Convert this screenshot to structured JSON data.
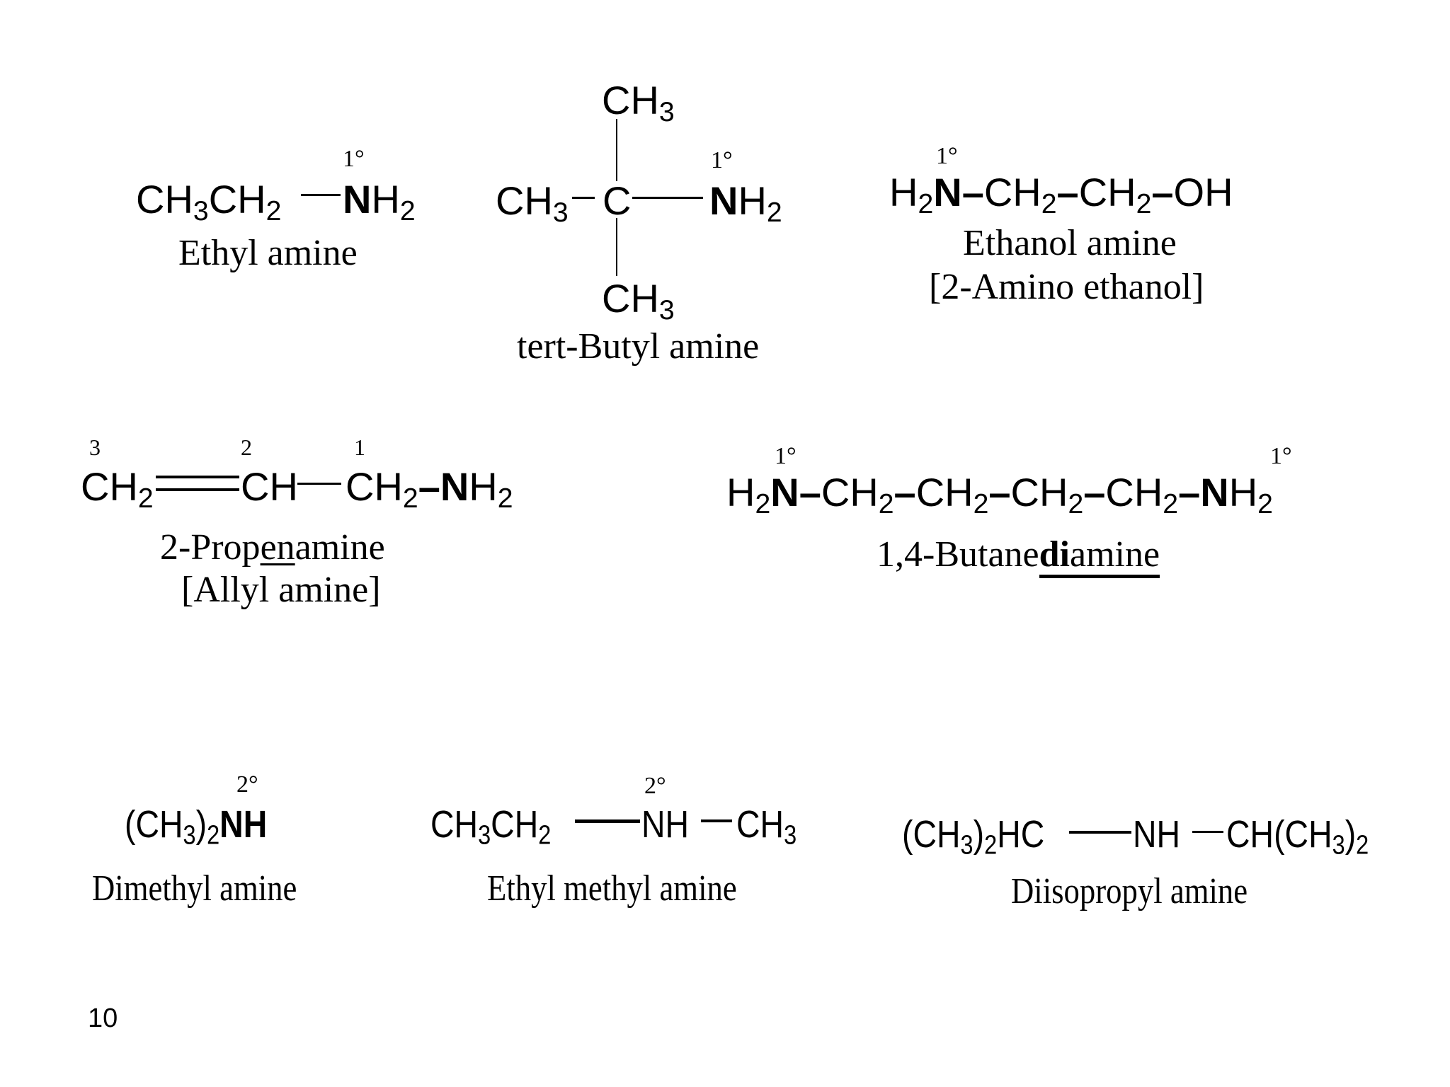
{
  "ethyl_amine": {
    "formula_left": [
      "CH",
      "3",
      "CH",
      "2"
    ],
    "formula_n": "N",
    "formula_h": [
      "H",
      "2"
    ],
    "degree": "1°",
    "name": "Ethyl amine"
  },
  "tert_butyl_amine": {
    "top_group": [
      "CH",
      "3"
    ],
    "left_group": [
      "CH",
      "3"
    ],
    "center_atom": "C",
    "right_n": "N",
    "right_h": [
      "H",
      "2"
    ],
    "bottom_group": [
      "CH",
      "3"
    ],
    "degree": "1°",
    "name": "tert-Butyl amine"
  },
  "ethanol_amine": {
    "parts": [
      "H",
      "2",
      "N",
      "CH",
      "2",
      "CH",
      "2",
      "OH"
    ],
    "degree": "1°",
    "name": "Ethanol amine",
    "alt_name": "[2-Amino ethanol]"
  },
  "propenamine": {
    "numbers": [
      "3",
      "2",
      "1"
    ],
    "parts": [
      "CH",
      "2",
      "CH",
      "CH",
      "2",
      "N",
      "H",
      "2"
    ],
    "name_pre": "2-Prop",
    "name_underlined": "en",
    "name_post": "amine",
    "alt_name": "[Allyl amine]"
  },
  "butanediamine": {
    "parts": [
      "H",
      "2",
      "N",
      "CH",
      "2",
      "CH",
      "2",
      "CH",
      "2",
      "CH",
      "2",
      "N",
      "H",
      "2"
    ],
    "degree_left": "1°",
    "degree_right": "1°",
    "name_pre": "1,4-Butane",
    "name_bold": "di",
    "name_post": "amine"
  },
  "dimethyl_amine": {
    "parts": [
      "(CH",
      "3",
      ")",
      "2",
      "NH"
    ],
    "degree": "2°",
    "name": "Dimethyl amine"
  },
  "ethyl_methyl_amine": {
    "parts": [
      "CH",
      "3",
      "CH",
      "2",
      "NH",
      "CH",
      "3"
    ],
    "degree": "2°",
    "name": "Ethyl methyl amine"
  },
  "diisopropyl_amine": {
    "parts": [
      "(CH",
      "3",
      ")",
      "2",
      "HC",
      "NH",
      "CH(CH",
      "3",
      ")",
      "2"
    ],
    "name": "Diisopropyl amine"
  },
  "page_number": "10"
}
